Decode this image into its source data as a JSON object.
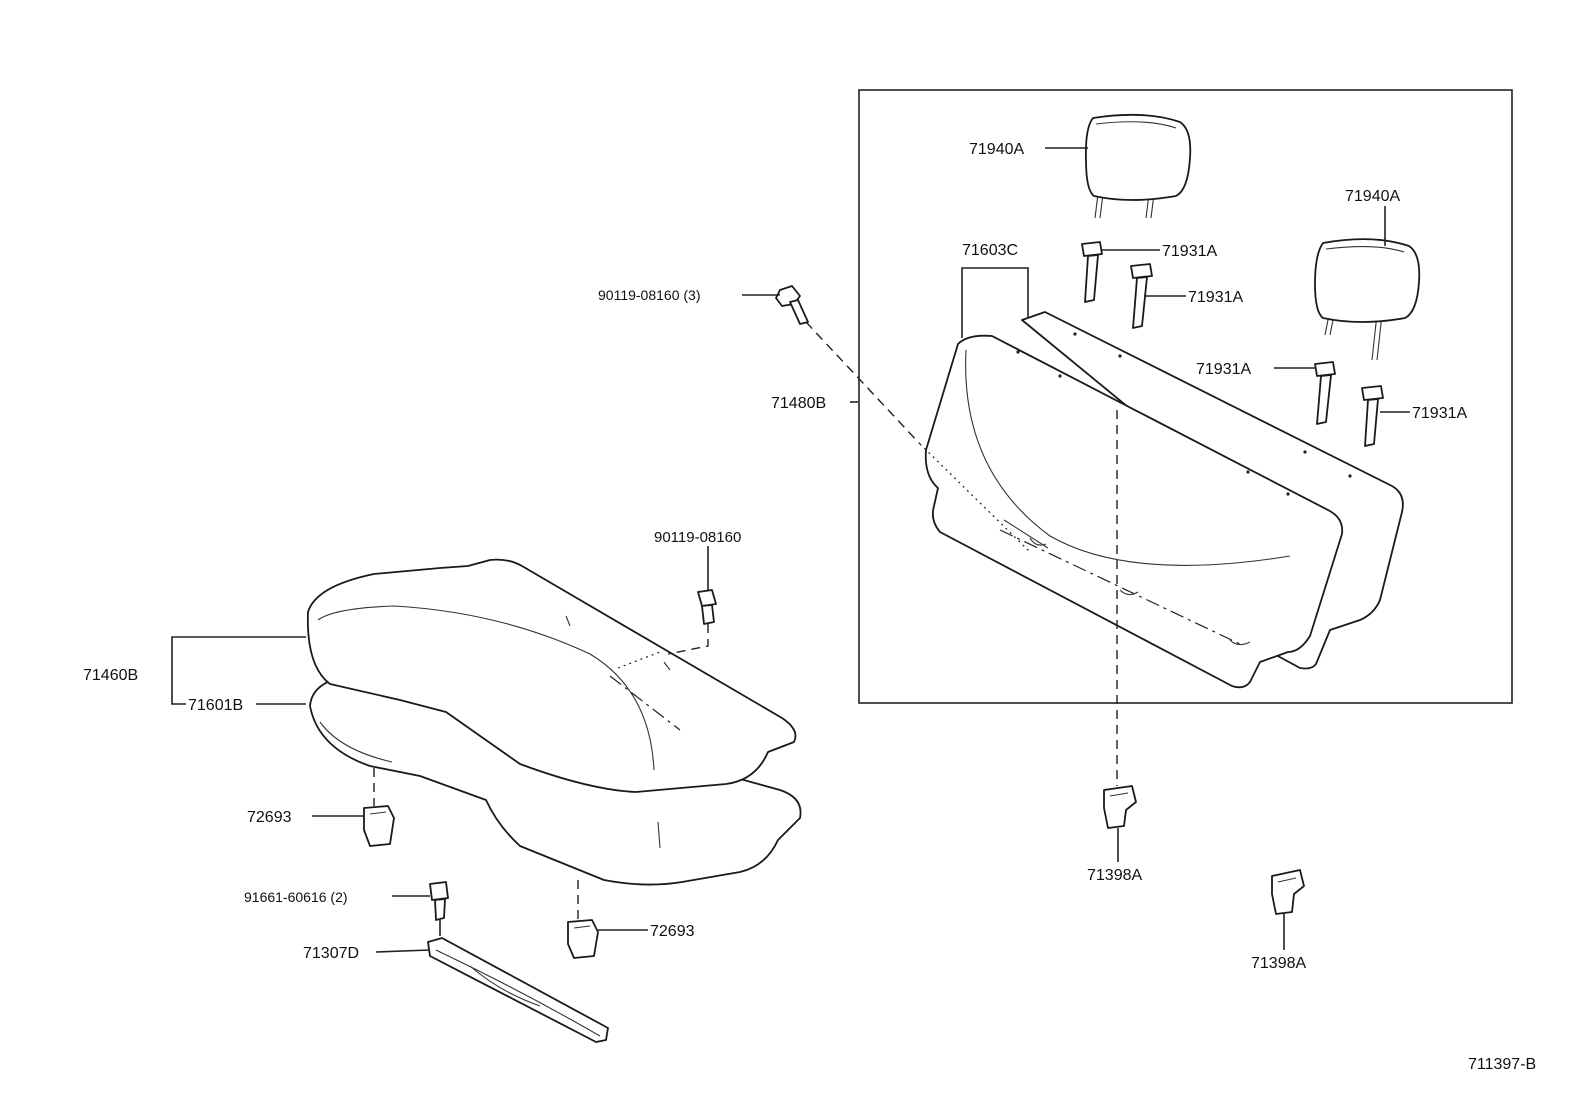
{
  "diagram": {
    "drawing_id": "711397-B",
    "labels": {
      "headrest_left": "71940A",
      "headrest_right": "71940A",
      "seatback_assy": "71603C",
      "support_1": "71931A",
      "support_2": "71931A",
      "support_3": "71931A",
      "support_4": "71931A",
      "bolt_back": "90119-08160 (3)",
      "seatback_cover": "71480B",
      "bolt_cushion": "90119-08160",
      "cushion_assy": "71460B",
      "cushion_cover": "71601B",
      "clip_left": "72693",
      "clip_right": "72693",
      "bolt_bracket": "91661-60616 (2)",
      "bracket": "71307D",
      "hook_1": "71398A",
      "hook_2": "71398A"
    }
  }
}
